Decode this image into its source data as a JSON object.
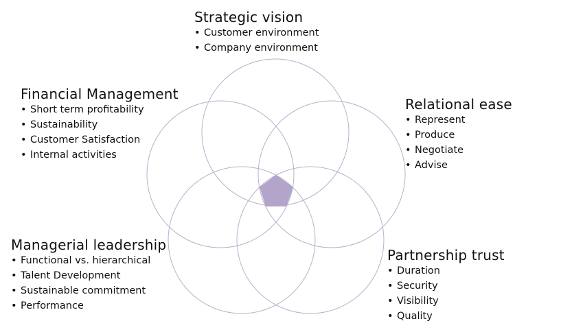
{
  "colors": {
    "circle_stroke": "#b8b0cc",
    "center_fill": "#b2a5c9"
  },
  "groups": {
    "strategic": {
      "title": "Strategic vision",
      "items": [
        "Customer environment",
        "Company environment"
      ]
    },
    "financial": {
      "title": "Financial  Management",
      "items": [
        "Short term profitability",
        "Sustainability",
        "Customer Satisfaction",
        "Internal activities"
      ]
    },
    "relational": {
      "title": "Relational ease",
      "items": [
        "Represent",
        "Produce",
        "Negotiate",
        "Advise"
      ]
    },
    "managerial": {
      "title": "Managerial leadership",
      "items": [
        "Functional vs. hierarchical",
        "Talent Development",
        "Sustainable commitment",
        "Performance"
      ]
    },
    "partnership": {
      "title": "Partnership trust",
      "items": [
        "Duration",
        "Security",
        "Visibility",
        "Quality"
      ]
    }
  }
}
